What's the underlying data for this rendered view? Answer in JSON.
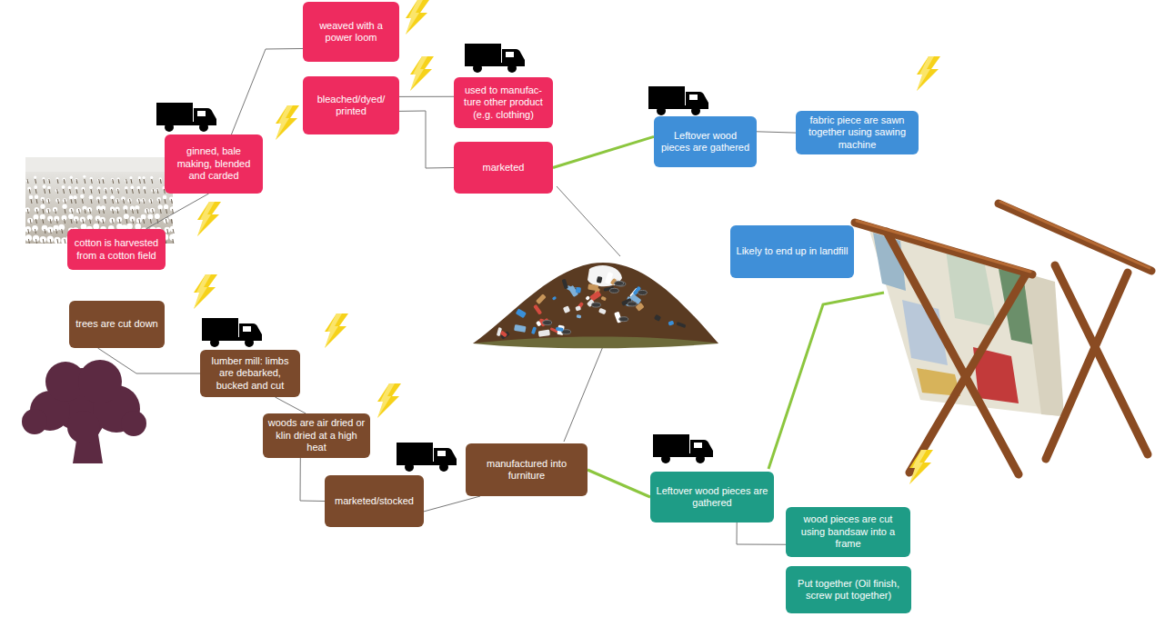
{
  "diagram": {
    "nodes": [
      {
        "text": [
          "weaved with a power loom"
        ]
      },
      {
        "text": [
          "bleached/dyed/ printed"
        ]
      },
      {
        "text": [
          "used to manufac- ture other product (e.g. clothing)"
        ]
      },
      {
        "text": [
          "ginned, bale making, blended and carded"
        ]
      },
      {
        "text": [
          "marketed"
        ]
      },
      {
        "text": [
          "cotton is harvested from a cotton field"
        ]
      },
      {
        "text": [
          "Leftover wood pieces are gathered"
        ]
      },
      {
        "text": [
          "fabric piece are sawn together using sawing machine"
        ]
      },
      {
        "text": [
          "Likely to end up in landfill"
        ]
      },
      {
        "text": [
          "trees are cut down"
        ]
      },
      {
        "text": [
          "lumber mill: limbs are debarked, bucked and cut"
        ]
      },
      {
        "text": [
          "woods are air dried or klin dried at a high heat"
        ]
      },
      {
        "text": [
          "marketed/stocked"
        ]
      },
      {
        "text": [
          "manufactured into furniture"
        ]
      },
      {
        "text": [
          "Leftover wood pieces are gathered"
        ]
      },
      {
        "text": [
          "wood pieces are cut using bandsaw into a frame"
        ]
      },
      {
        "text": [
          "Put together (Oil finish, screw put together)"
        ]
      }
    ],
    "edges": [
      {
        "from": 5,
        "to": 3,
        "arrow": "none"
      },
      {
        "from": 3,
        "to": 0,
        "arrow": "none"
      },
      {
        "from": 1,
        "to": 2,
        "arrow": "none"
      },
      {
        "from": 1,
        "to": 4,
        "arrow": "none"
      },
      {
        "from": 4,
        "to": 6,
        "arrow": "none"
      },
      {
        "from": 6,
        "to": 7,
        "arrow": "none"
      },
      {
        "from": 9,
        "to": 10,
        "arrow": "none"
      },
      {
        "from": 10,
        "to": 11,
        "arrow": "none"
      },
      {
        "from": 11,
        "to": 12,
        "arrow": "none"
      },
      {
        "from": 12,
        "to": 13,
        "arrow": "none"
      },
      {
        "from": 13,
        "to": 14,
        "arrow": "none"
      },
      {
        "from": 14,
        "to": 15,
        "arrow": "none"
      }
    ]
  }
}
